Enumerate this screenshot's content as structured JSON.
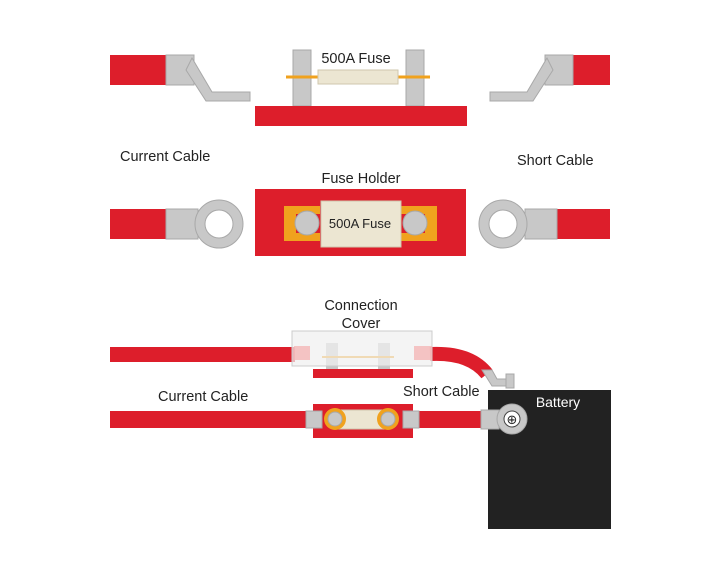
{
  "labels": {
    "fuse_top": "500A Fuse",
    "current_cable_1": "Current Cable",
    "short_cable_1": "Short Cable",
    "fuse_holder": "Fuse Holder",
    "fuse_holder_fuse": "500A Fuse",
    "connection_cover_line1": "Connection",
    "connection_cover_line2": "Cover",
    "current_cable_2": "Current Cable",
    "short_cable_2": "Short Cable",
    "battery": "Battery",
    "battery_terminal_symbol": "⊕"
  },
  "colors": {
    "cable_red": "#dd1e2b",
    "metal_gray": "#c8c8c8",
    "fuse_body": "#ece6d2",
    "fuse_gold": "#f0a21e",
    "battery_black": "#222222"
  }
}
